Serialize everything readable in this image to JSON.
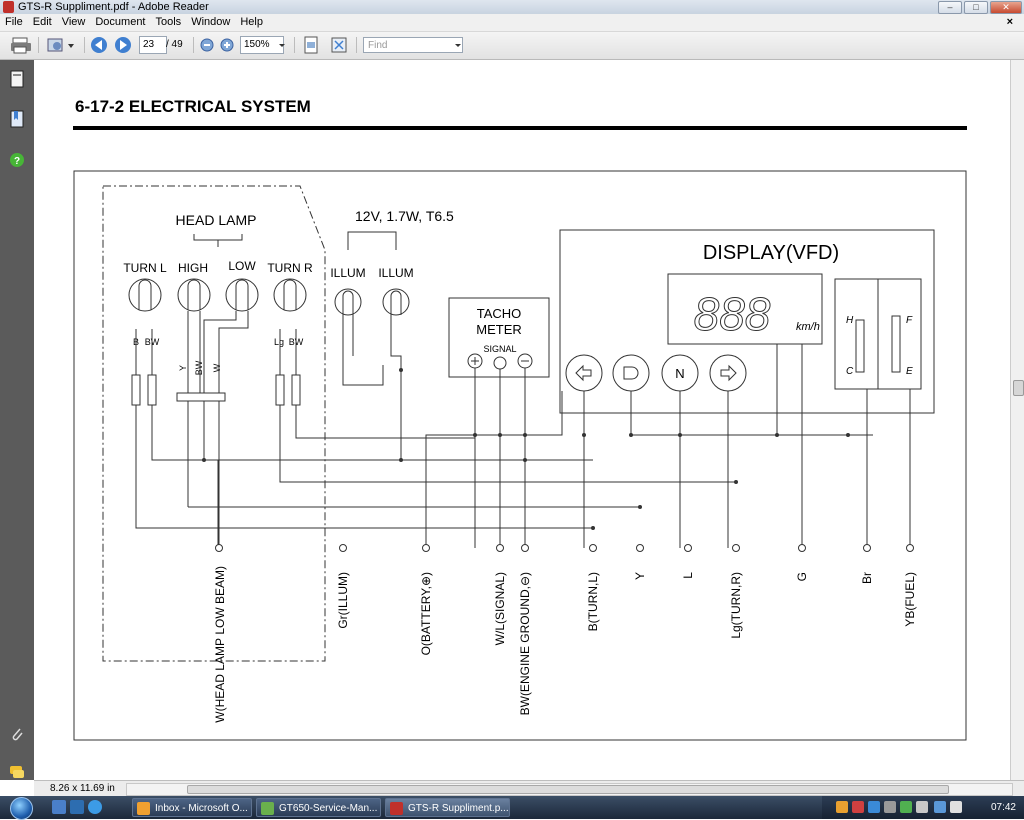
{
  "window": {
    "title": "GTS-R Suppliment.pdf - Adobe Reader",
    "minimize": "–",
    "maximize": "□",
    "close": "✕"
  },
  "menu": [
    "File",
    "Edit",
    "View",
    "Document",
    "Tools",
    "Window",
    "Help"
  ],
  "menu_close": "×",
  "toolbar": {
    "page_current": "23",
    "page_total": "/ 49",
    "zoom": "150%",
    "find_placeholder": "Find"
  },
  "document": {
    "heading": "6-17-2  ELECTRICAL SYSTEM",
    "head_lamp_label": "HEAD LAMP",
    "bulb_spec": "12V, 1.7W, T6.5",
    "lamp_labels": [
      "TURN L",
      "HIGH",
      "LOW",
      "TURN R",
      "ILLUM",
      "ILLUM"
    ],
    "small_wire_labels": [
      "B",
      "BW",
      "Y",
      "BW",
      "W",
      "Lg",
      "BW"
    ],
    "tacho_line1": "TACHO",
    "tacho_line2": "METER",
    "tacho_signal": "SIGNAL",
    "display_label": "DISPLAY(VFD)",
    "display_digits": "888",
    "display_unit": "km/h",
    "gauge_letters": [
      "H",
      "C",
      "F",
      "E"
    ],
    "indicator_n": "N",
    "wire_labels": [
      "W(HEAD LAMP LOW BEAM)",
      "Gr(ILLUM)",
      "O(BATTERY,⊕)",
      "W/L(SIGNAL)",
      "BW(ENGINE GROUND,⊖)",
      "B(TURN,L)",
      "Y",
      "L",
      "Lg(TURN,R)",
      "G",
      "Br",
      "YB(FUEL)"
    ]
  },
  "status": {
    "page_size": "8.26 x 11.69 in"
  },
  "taskbar": {
    "tasks": [
      "Inbox - Microsoft O...",
      "GT650-Service-Man...",
      "GTS-R Suppliment.p..."
    ],
    "clock": "07:42"
  },
  "colors": {
    "sidebar": "#5b5b5b",
    "taskbar": "#1c2839",
    "accent": "#1f5fae"
  }
}
